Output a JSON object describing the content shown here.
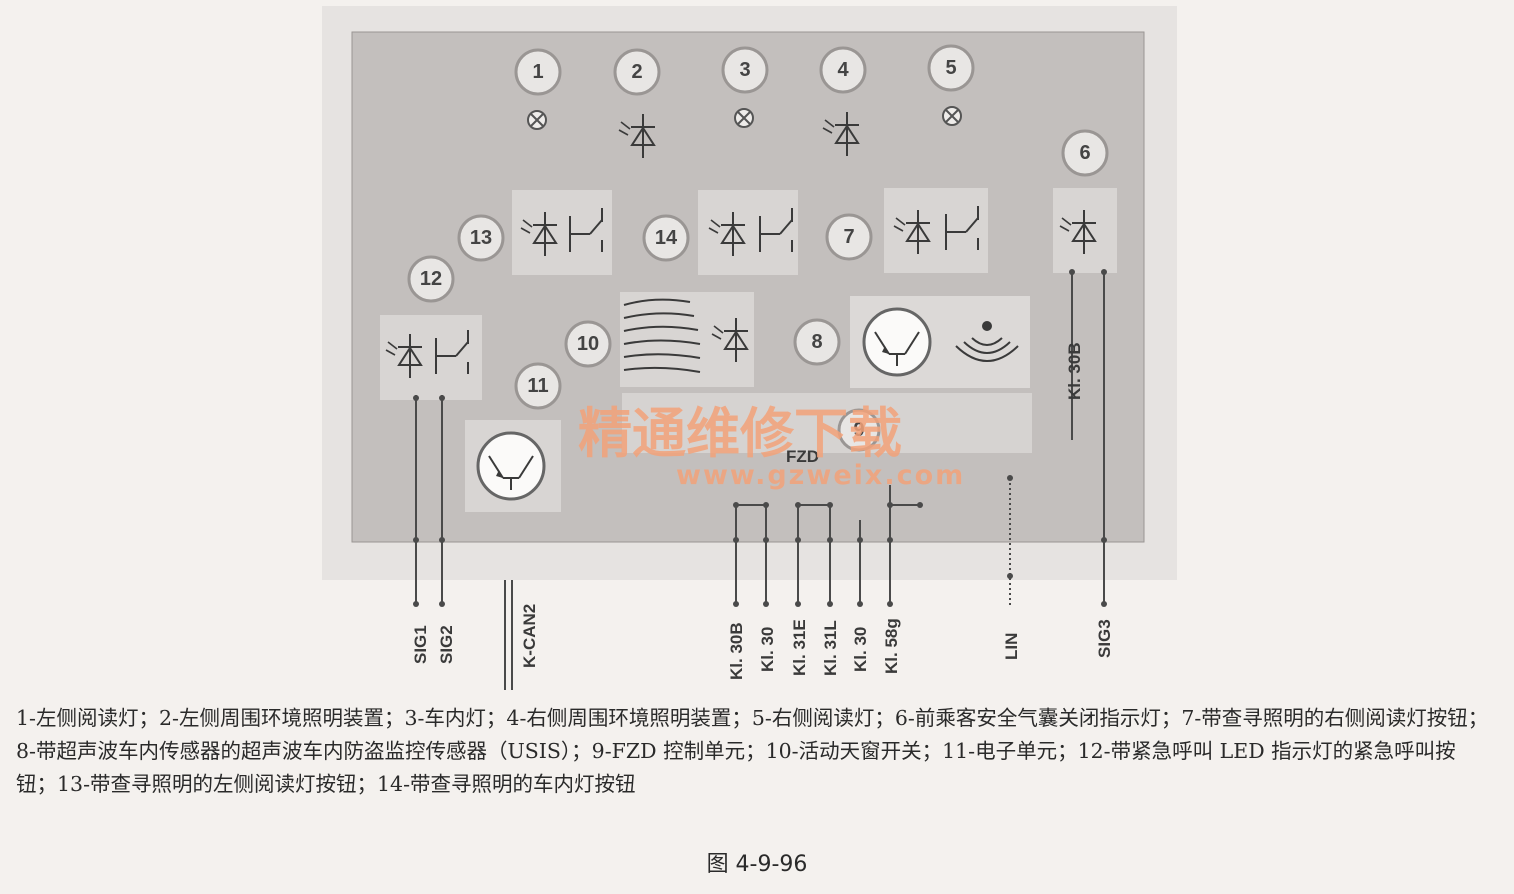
{
  "diagram": {
    "components": [
      {
        "id": "1",
        "symbol": "lamp"
      },
      {
        "id": "2",
        "symbol": "led"
      },
      {
        "id": "3",
        "symbol": "lamp"
      },
      {
        "id": "4",
        "symbol": "led"
      },
      {
        "id": "5",
        "symbol": "lamp"
      },
      {
        "id": "6",
        "symbol": "led"
      },
      {
        "id": "7",
        "symbol": "led-switch"
      },
      {
        "id": "8",
        "symbol": "ultrasonic-sensor"
      },
      {
        "id": "9",
        "symbol": "control-unit"
      },
      {
        "id": "10",
        "symbol": "led-wave"
      },
      {
        "id": "11",
        "symbol": "electronic-unit"
      },
      {
        "id": "12",
        "symbol": "led-switch"
      },
      {
        "id": "13",
        "symbol": "led-switch"
      },
      {
        "id": "14",
        "symbol": "led-switch"
      }
    ],
    "inner_labels": {
      "fzd": "FZD",
      "kl30b_right": "Kl. 30B"
    },
    "wire_labels": [
      "SIG1",
      "SIG2",
      "K-CAN2",
      "Kl. 30B",
      "Kl. 30",
      "Kl. 31E",
      "Kl. 31L",
      "Kl. 30",
      "Kl. 58g",
      "LIN",
      "SIG3"
    ],
    "watermark": {
      "text": "精通维修下载",
      "url": "www.gzweix.com"
    },
    "colors": {
      "panel": "#c3bfbd",
      "box": "#d8d5d3",
      "line": "#3a3a3a",
      "watermark": "#f3a27a"
    }
  },
  "caption": "1-左侧阅读灯；2-左侧周围环境照明装置；3-车内灯；4-右侧周围环境照明装置；5-右侧阅读灯；6-前乘客安全气囊关闭指示灯；7-带查寻照明的右侧阅读灯按钮；8-带超声波车内传感器的超声波车内防盗监控传感器（USIS）；9-FZD 控制单元；10-活动天窗开关；11-电子单元；12-带紧急呼叫 LED 指示灯的紧急呼叫按钮；13-带查寻照明的左侧阅读灯按钮；14-带查寻照明的车内灯按钮",
  "figure_label": "图 4-9-96"
}
